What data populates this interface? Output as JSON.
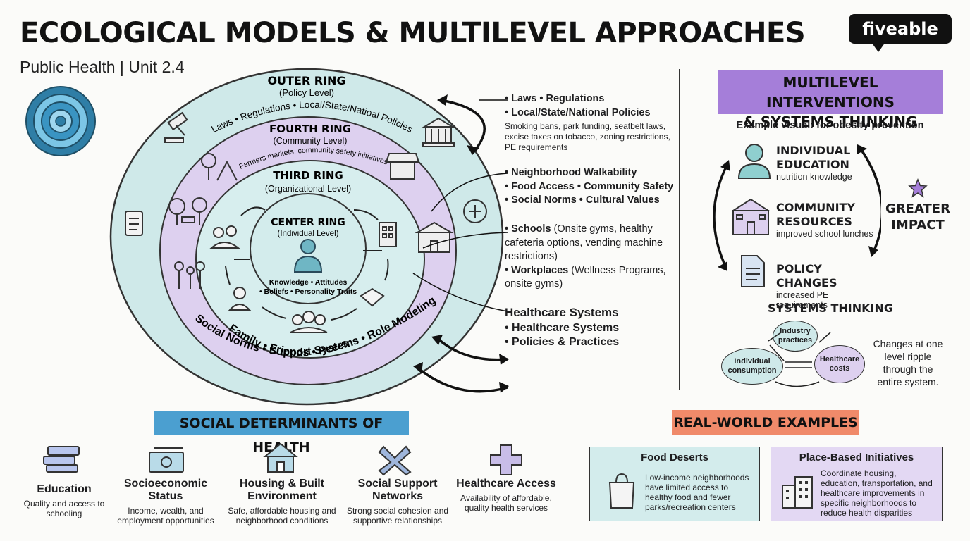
{
  "header": {
    "title": "ECOLOGICAL MODELS & MULTILEVEL APPROACHES",
    "subtitle": "Public Health | Unit 2.4",
    "brand": "fiveable"
  },
  "rings": {
    "outer": {
      "name": "OUTER RING",
      "level": "(Policy Level)",
      "items": "Laws • Regulations • Local/State/Natioal Policies"
    },
    "fourth": {
      "name": "FOURTH RING",
      "level": "(Community Level)",
      "items": "Farmers markets, community safety initiatives"
    },
    "third": {
      "name": "THIRD RING",
      "level": "(Organizational Level)"
    },
    "second": {
      "items_line1": "Family • Friends • Peers",
      "items_line2": "Social Norms • Support Systems • Role Modeling"
    },
    "center": {
      "name": "CENTER RING",
      "level": "(Individual Level)",
      "items_line1": "Knowledge • Attitudes",
      "items_line2": "• Beliefs • Personality Traits"
    }
  },
  "annotations": {
    "policy": {
      "line1": "• Laws • Regulations",
      "line2": "• Local/State/National Policies",
      "detail": "Smoking bans, park funding, seatbelt laws, excise taxes on tobacco, zoning restrictions, PE requirements"
    },
    "community": {
      "line1": "• Neighborhood Walkability",
      "line2": "• Food Access • Community Safety",
      "line3": "• Social Norms • Cultural Values"
    },
    "organizational": {
      "schools_label": "• Schools",
      "schools_detail": " (Onsite gyms, healthy cafeteria options, vending machine restrictions)",
      "work_label": "• Workplaces",
      "work_detail": " (Wellness Programs, onsite gyms)"
    },
    "healthcare": {
      "heading": "Healthcare Systems",
      "line1": "• Healthcare Systems",
      "line2": "• Policies & Practices"
    }
  },
  "multilevel": {
    "title_line1": "MULTILEVEL INTERVENTIONS",
    "title_line2": "& SYSTEMS THINKING",
    "subtitle": "Example visual: for obesity prevention",
    "levels": [
      {
        "title": "INDIVIDUAL EDUCATION",
        "desc": "nutrition knowledge",
        "icon": "person-icon"
      },
      {
        "title": "COMMUNITY RESOURCES",
        "desc": "improved school lunches",
        "icon": "school-icon"
      },
      {
        "title": "POLICY CHANGES",
        "desc": "increased PE requirements",
        "icon": "document-icon"
      }
    ],
    "impact_line1": "GREATER",
    "impact_line2": "IMPACT",
    "systems_title": "SYSTEMS THINKING",
    "nodes": {
      "industry": "Industry practices",
      "individual": "Individual consumption",
      "healthcare": "Healthcare costs"
    },
    "systems_note": "Changes at one level ripple through the entire system."
  },
  "sdoh": {
    "title": "SOCIAL DETERMINANTS OF HEALTH",
    "items": [
      {
        "title": "Education",
        "desc": "Quality and access to schooling",
        "icon": "books-icon"
      },
      {
        "title": "Socioeconomic Status",
        "desc": "Income, wealth, and employment opportunities",
        "icon": "money-icon"
      },
      {
        "title": "Housing & Built Environment",
        "desc": "Safe, affordable housing and neighborhood conditions",
        "icon": "house-icon"
      },
      {
        "title": "Social Support Networks",
        "desc": "Strong social cohesion and supportive relationships",
        "icon": "hands-icon"
      },
      {
        "title": "Healthcare Access",
        "desc": "Availability of affordable, quality health services",
        "icon": "cross-icon"
      }
    ]
  },
  "realworld": {
    "title": "REAL-WORLD EXAMPLES",
    "cards": [
      {
        "title": "Food Deserts",
        "desc": "Low-income neighborhoods have limited access to healthy food and fewer parks/recreation centers",
        "icon": "shopping-bag-icon"
      },
      {
        "title": "Place-Based Initiatives",
        "desc": "Coordinate housing, education, transportation, and healthcare improvements in specific neighborhoods to reduce health disparities",
        "icon": "buildings-icon"
      }
    ]
  },
  "colors": {
    "outer_ring": "#cfe9e9",
    "fourth_ring": "#ddd0ef",
    "third_ring": "#d7eeee",
    "second_ring": "#e3d8f3",
    "center": "#d3ecec",
    "purple_accent": "#a57ed9",
    "blue_accent": "#4b9fd0",
    "orange_accent": "#f08a6a"
  }
}
